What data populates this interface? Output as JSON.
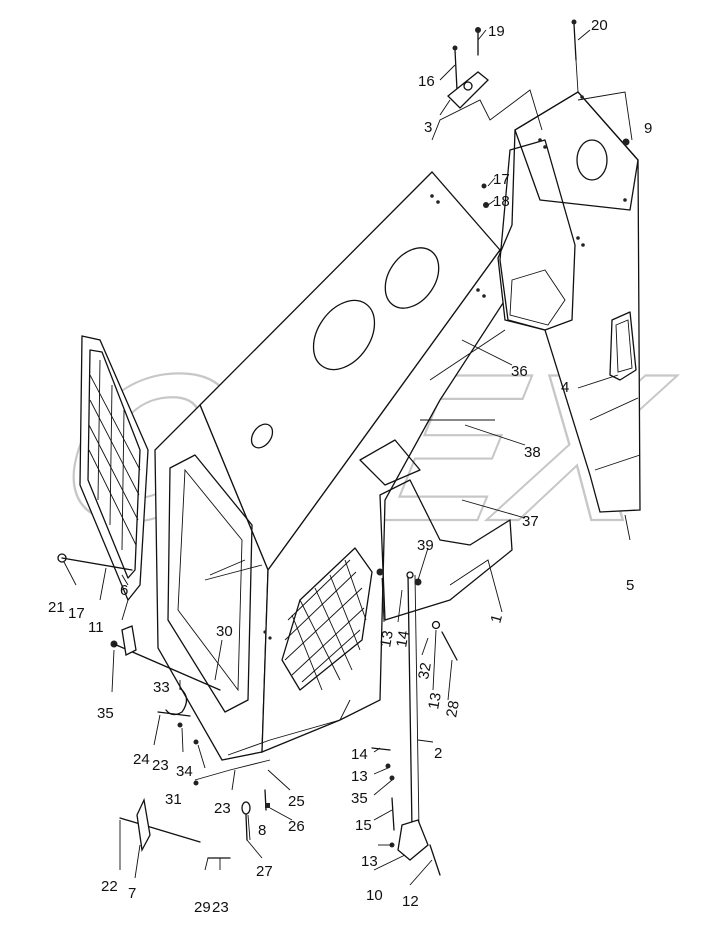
{
  "diagram": {
    "watermark_text": "OPEX",
    "parts": [
      {
        "label": "19"
      },
      {
        "label": "20"
      },
      {
        "label": "16"
      },
      {
        "label": "3"
      },
      {
        "label": "9"
      },
      {
        "label": "17"
      },
      {
        "label": "18"
      },
      {
        "label": "36"
      },
      {
        "label": "4"
      },
      {
        "label": "38"
      },
      {
        "label": "37"
      },
      {
        "label": "5"
      },
      {
        "label": "1"
      },
      {
        "label": "39"
      },
      {
        "label": "6"
      },
      {
        "label": "21"
      },
      {
        "label": "17"
      },
      {
        "label": "11"
      },
      {
        "label": "30"
      },
      {
        "label": "13"
      },
      {
        "label": "14"
      },
      {
        "label": "32"
      },
      {
        "label": "13"
      },
      {
        "label": "28"
      },
      {
        "label": "35"
      },
      {
        "label": "33"
      },
      {
        "label": "24"
      },
      {
        "label": "23"
      },
      {
        "label": "34"
      },
      {
        "label": "2"
      },
      {
        "label": "14"
      },
      {
        "label": "13"
      },
      {
        "label": "35"
      },
      {
        "label": "31"
      },
      {
        "label": "23"
      },
      {
        "label": "25"
      },
      {
        "label": "26"
      },
      {
        "label": "8"
      },
      {
        "label": "15"
      },
      {
        "label": "13"
      },
      {
        "label": "27"
      },
      {
        "label": "22"
      },
      {
        "label": "7"
      },
      {
        "label": "10"
      },
      {
        "label": "12"
      },
      {
        "label": "29"
      },
      {
        "label": "23"
      }
    ]
  }
}
